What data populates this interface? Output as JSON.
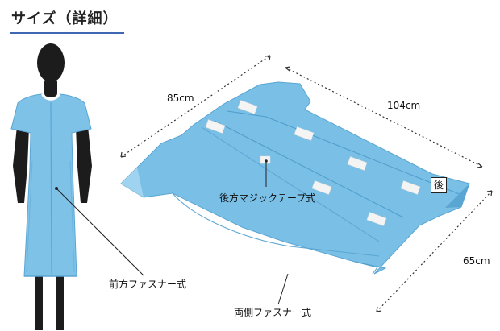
{
  "header": {
    "title": "サイズ（詳細）"
  },
  "dimensions": {
    "width": "85cm",
    "length": "104cm",
    "height": "65cm"
  },
  "callouts": {
    "back_fastener": "後方マジックテープ式",
    "front_fastener": "前方ファスナー式",
    "side_fastener": "両側ファスナー式",
    "back_badge": "後"
  },
  "colors": {
    "gown": "#79bfe6",
    "gown_shadow": "#5aa6d3",
    "gown_light": "#9fd3ef",
    "accent": "#3f67b3",
    "mannequin": "#1c1c1c"
  }
}
